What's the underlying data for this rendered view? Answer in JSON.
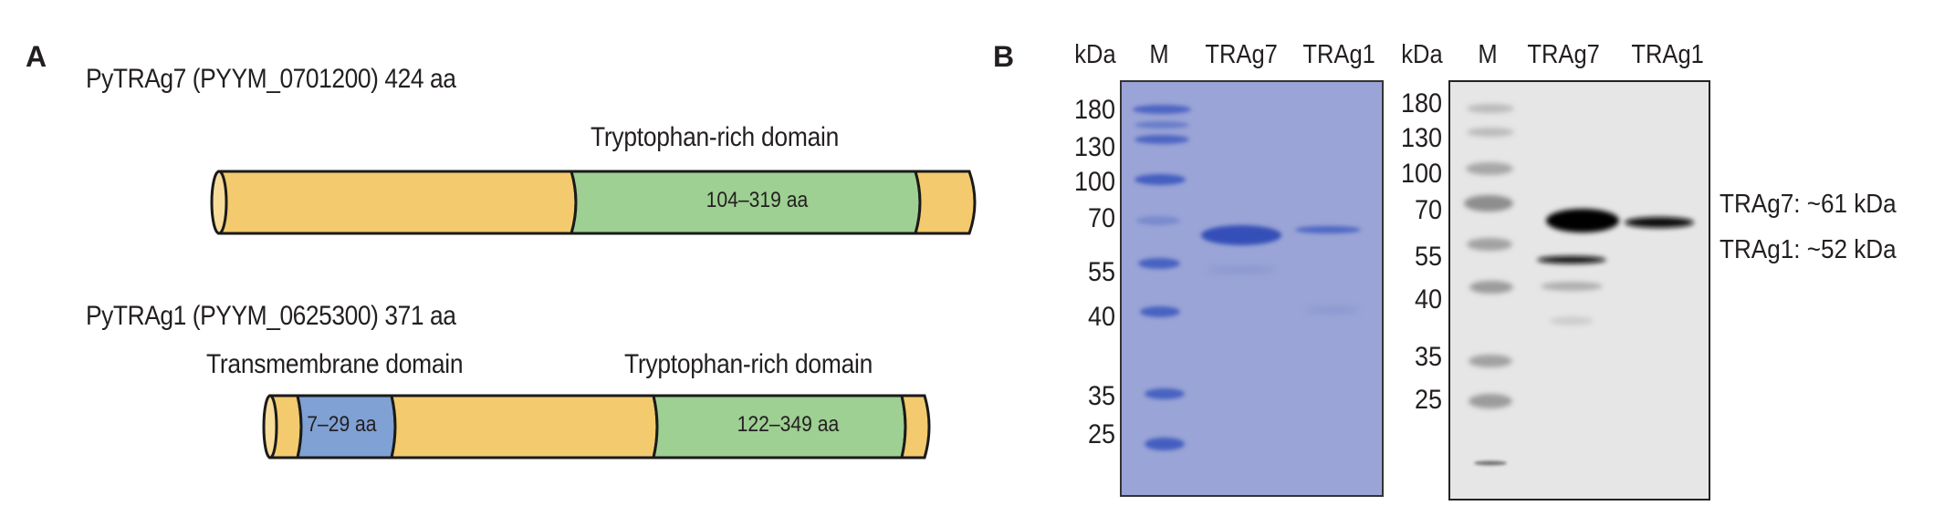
{
  "panel_a": {
    "letter": "A",
    "proteins": [
      {
        "title": "PyTRAg7 (PYYM_0701200) 424 aa",
        "domain_labels": [
          "Tryptophan-rich domain"
        ],
        "segments": [
          {
            "type": "other",
            "color": "#f3cb6e"
          },
          {
            "type": "tryptophan-rich",
            "color": "#9ecf93",
            "label": "104–319 aa"
          },
          {
            "type": "other",
            "color": "#f3cb6e"
          }
        ]
      },
      {
        "title": "PyTRAg1 (PYYM_0625300) 371 aa",
        "domain_labels": [
          "Transmembrane domain",
          "Tryptophan-rich domain"
        ],
        "segments": [
          {
            "type": "other",
            "color": "#f3cb6e"
          },
          {
            "type": "transmembrane",
            "color": "#7fa1d4",
            "label": "7–29 aa"
          },
          {
            "type": "other",
            "color": "#f3cb6e"
          },
          {
            "type": "tryptophan-rich",
            "color": "#9ecf93",
            "label": "122–349 aa"
          },
          {
            "type": "other",
            "color": "#f3cb6e"
          }
        ]
      }
    ]
  },
  "panel_b": {
    "letter": "B",
    "coomassie_gel": {
      "unit_label": "kDa",
      "lanes": [
        "M",
        "TRAg7",
        "TRAg1"
      ],
      "markers": [
        "180",
        "130",
        "100",
        "70",
        "55",
        "40",
        "35",
        "25"
      ],
      "background": "#9aa4d6",
      "band_color": "#3f5bbf"
    },
    "western_blot": {
      "unit_label": "kDa",
      "lanes": [
        "M",
        "TRAg7",
        "TRAg1"
      ],
      "markers": [
        "180",
        "130",
        "100",
        "70",
        "55",
        "40",
        "35",
        "25"
      ],
      "background": "#e4e4e4",
      "annotations": [
        "TRAg7: ~61 kDa",
        "TRAg1: ~52 kDa"
      ]
    }
  }
}
